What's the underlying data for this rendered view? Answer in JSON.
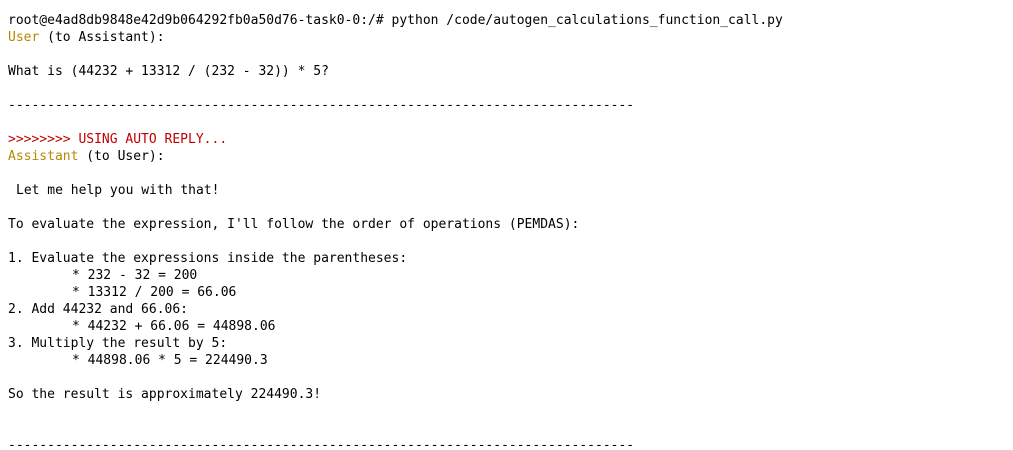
{
  "colors": {
    "background": "#ffffff",
    "text": "#000000",
    "speaker": "#b58900",
    "auto_reply": "#c00000"
  },
  "command_line": "root@e4ad8db9848e42d9b064292fb0a50d76-task0-0:/# python /code/autogen_calculations_function_call.py",
  "first_message": {
    "speaker": "User",
    "direction": " (to Assistant):",
    "question": "What is (44232 + 13312 / (232 - 32)) * 5?"
  },
  "separator": "--------------------------------------------------------------------------------",
  "auto_reply": ">>>>>>>> USING AUTO REPLY...",
  "second_message": {
    "speaker": "Assistant",
    "direction": " (to User):",
    "greeting": "Let me help you with that!",
    "intro": "To evaluate the expression, I'll follow the order of operations (PEMDAS):",
    "step1": "1. Evaluate the expressions inside the parentheses:",
    "step1_a": "* 232 - 32 = 200",
    "step1_b": "* 13312 / 200 = 66.06",
    "step2": "2. Add 44232 and 66.06:",
    "step2_a": "* 44232 + 66.06 = 44898.06",
    "step3": "3. Multiply the result by 5:",
    "step3_a": "* 44898.06 * 5 = 224490.3",
    "result": "So the result is approximately 224490.3!"
  }
}
